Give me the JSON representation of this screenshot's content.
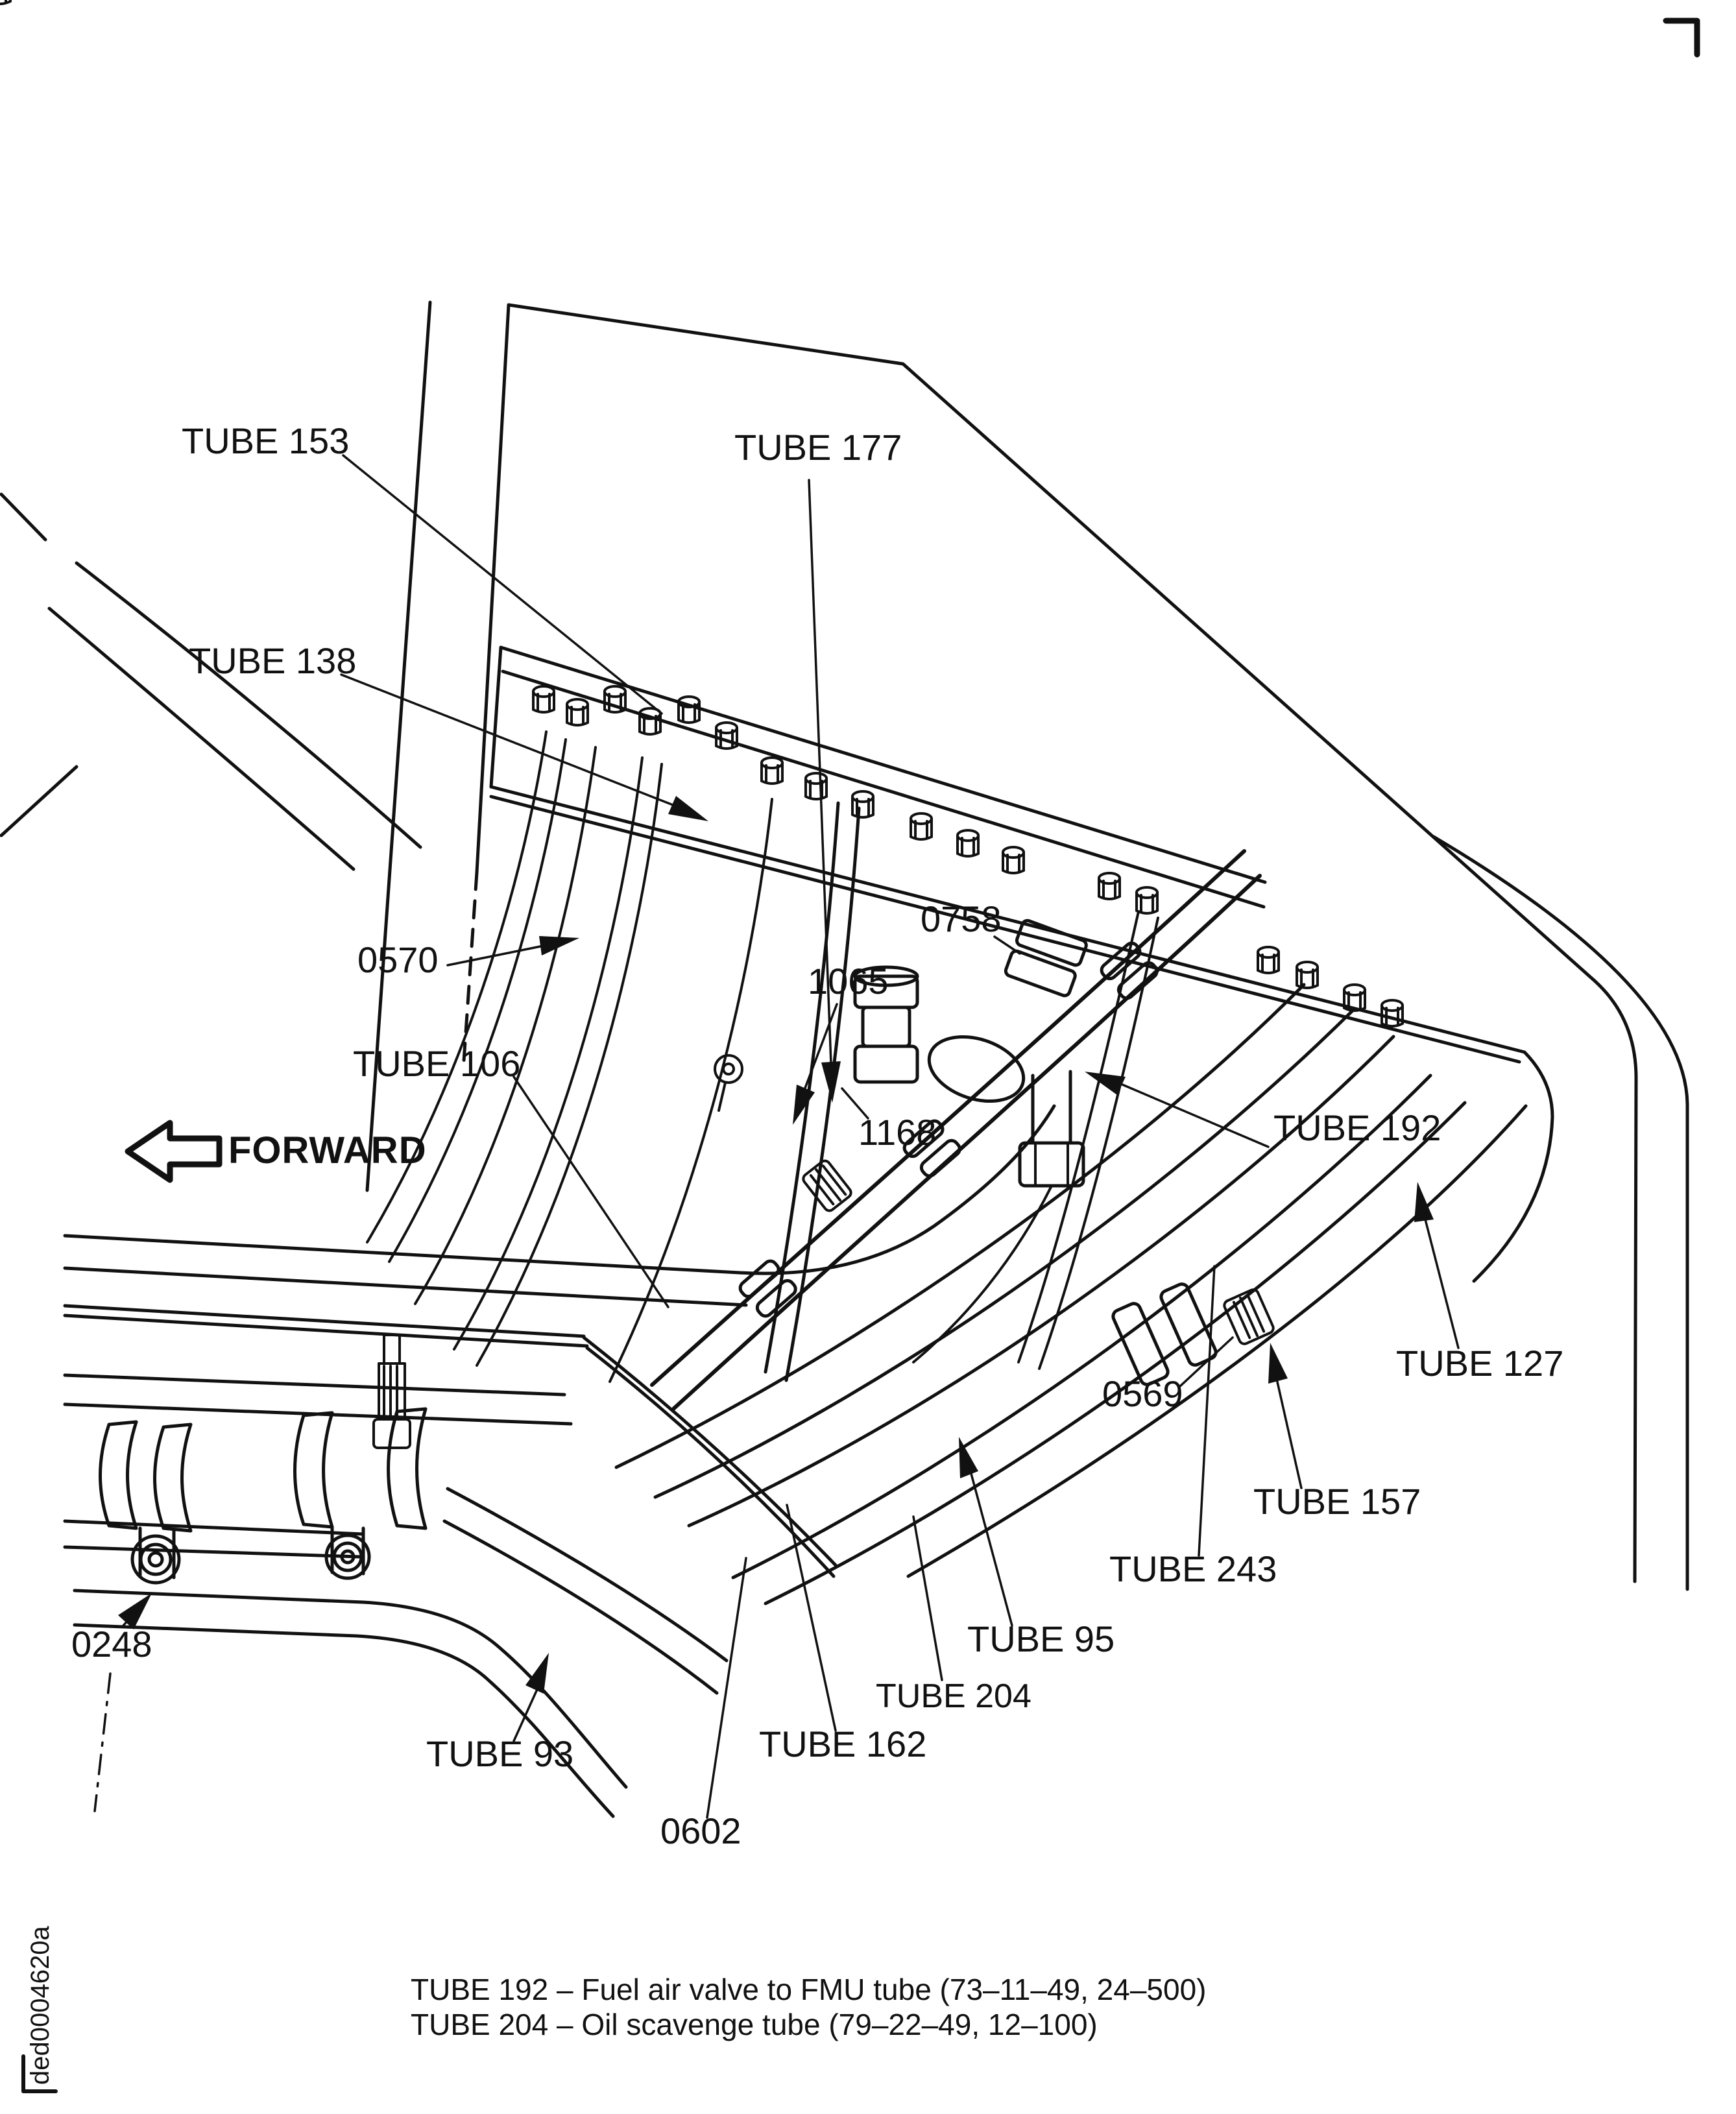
{
  "figure": {
    "type": "maintenance-manual-illustration",
    "subject": "Engine gearbox tubing installation",
    "ink_color": "#111111",
    "background_color": "#ffffff"
  },
  "labels": {
    "tube153": "TUBE 153",
    "tube177": "TUBE 177",
    "tube138": "TUBE 138",
    "n0570": "0570",
    "tube106": "TUBE 106",
    "forward": "FORWARD",
    "n0758": "0758",
    "n1065": "1065",
    "n1168": "1168",
    "tube192": "TUBE 192",
    "tube127": "TUBE 127",
    "n0569": "0569",
    "tube157": "TUBE 157",
    "tube243": "TUBE 243",
    "tube95": "TUBE 95",
    "tube204": "TUBE 204",
    "n0248": "0248",
    "tube93": "TUBE 93",
    "tube162": "TUBE 162",
    "n0602": "0602"
  },
  "captions": {
    "line1": "TUBE 192 – Fuel air valve to FMU tube (73–11–49, 24–500)",
    "line2": "TUBE 204 – Oil scavenge tube (79–22–49, 12–100)"
  },
  "doc_code": "ded0004620a"
}
